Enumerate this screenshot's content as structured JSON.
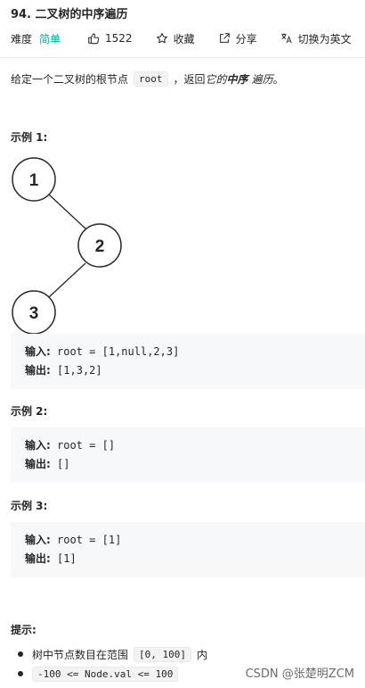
{
  "problem": {
    "title": "94. 二叉树的中序遍历",
    "difficulty_label": "难度",
    "difficulty_value": "简单",
    "likes": "1522",
    "collect_label": "收藏",
    "share_label": "分享",
    "lang_switch_label": "切换为英文"
  },
  "description": {
    "prefix": "给定一个二叉树的根节点",
    "code": "root",
    "middle": "，返回",
    "its": "它的",
    "inorder": "中序",
    "traversal": "遍历",
    "suffix": "。"
  },
  "examples": [
    {
      "title": "示例 1:",
      "input_label": "输入:",
      "input": "root = [1,null,2,3]",
      "output_label": "输出:",
      "output": "[1,3,2]",
      "tree": {
        "nodes": [
          "1",
          "2",
          "3"
        ]
      }
    },
    {
      "title": "示例 2:",
      "input_label": "输入:",
      "input": "root = []",
      "output_label": "输出:",
      "output": "[]"
    },
    {
      "title": "示例 3:",
      "input_label": "输入:",
      "input": "root = [1]",
      "output_label": "输出:",
      "output": "[1]"
    }
  ],
  "hints": {
    "title": "提示:",
    "items": [
      {
        "prefix": "树中节点数目在范围",
        "code": "[0, 100]",
        "suffix": "内"
      },
      {
        "prefix": "",
        "code": "-100 <= Node.val <= 100",
        "suffix": ""
      }
    ]
  },
  "watermark": "CSDN @张楚明ZCM",
  "colors": {
    "accent_easy": "#00af9b",
    "code_bg": "#f7f8fa"
  }
}
